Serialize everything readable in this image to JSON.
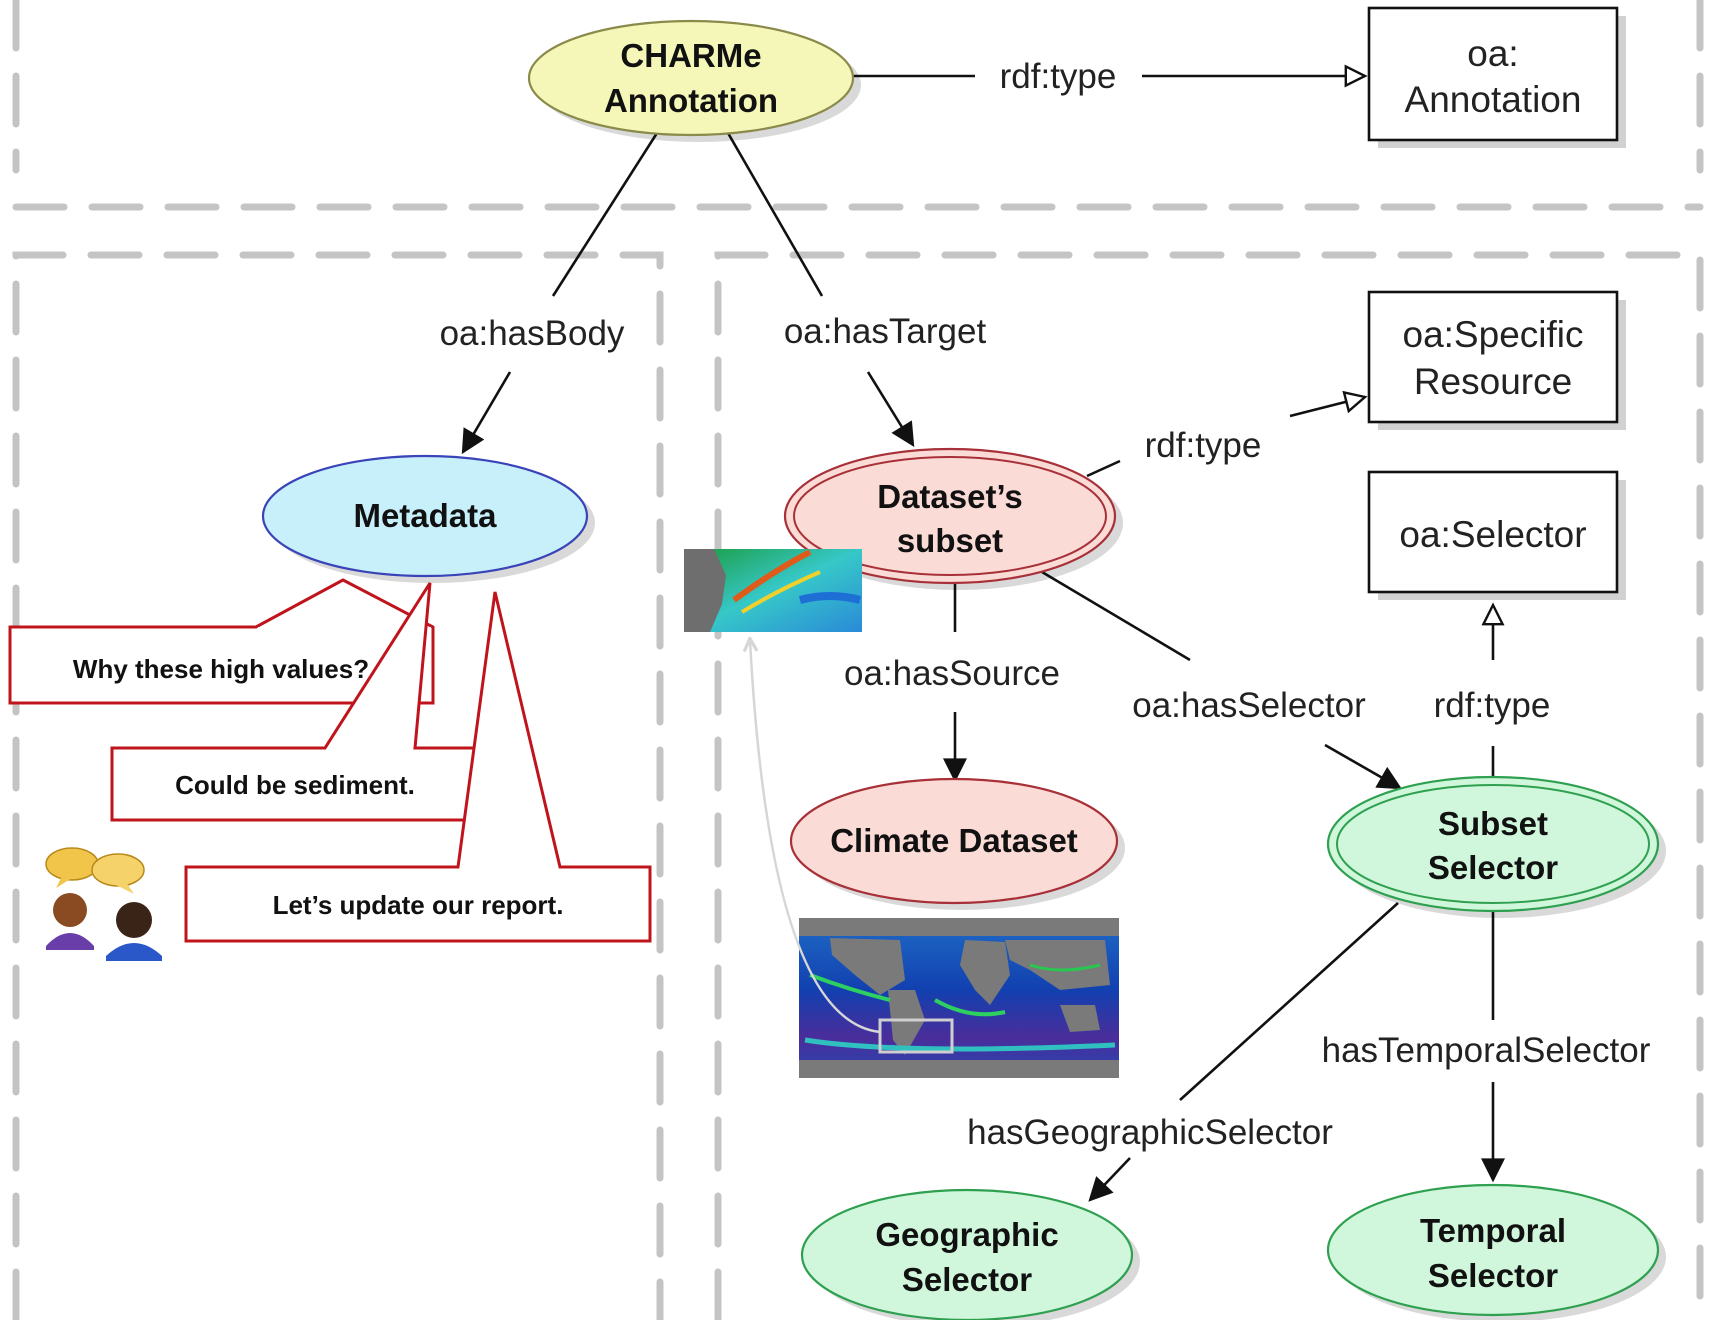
{
  "nodes": {
    "charme_annotation": [
      "CHARMe",
      "Annotation"
    ],
    "metadata": [
      "Metadata"
    ],
    "datasets_subset": [
      "Dataset’s",
      "subset"
    ],
    "climate_dataset": [
      "Climate Dataset"
    ],
    "subset_selector": [
      "Subset",
      "Selector"
    ],
    "geographic_selector": [
      "Geographic",
      "Selector"
    ],
    "temporal_selector": [
      "Temporal",
      "Selector"
    ]
  },
  "classes": {
    "oa_annotation": [
      "oa:",
      "Annotation"
    ],
    "oa_specific_resource": [
      "oa:Specific",
      "Resource"
    ],
    "oa_selector": [
      "oa:Selector"
    ]
  },
  "edges": {
    "rdf_type_top": "rdf:type",
    "rdf_type_subset": "rdf:type",
    "rdf_type_selector": "rdf:type",
    "has_body": "oa:hasBody",
    "has_target": "oa:hasTarget",
    "has_source": "oa:hasSource",
    "has_selector": "oa:hasSelector",
    "has_temporal_selector": "hasTemporalSelector",
    "has_geographic_selector": "hasGeographicSelector"
  },
  "comments": [
    "Why these high values?",
    "Could be sediment.",
    "Let’s update our report."
  ],
  "colors": {
    "annotation_fill": "#f5f7b8",
    "metadata_fill": "#c8f0fa",
    "metadata_stroke": "#3a44b8",
    "dataset_fill": "#fadbd6",
    "dataset_stroke": "#a83038",
    "selector_fill": "#d0f7dc",
    "selector_stroke": "#2fa050",
    "bubble_stroke": "#c0141c",
    "dash": "#c4c4c4"
  },
  "icons": {
    "users": "users-discussion-icon",
    "regional_map": "regional-chlorophyll-map-icon",
    "global_map": "global-chlorophyll-map-icon"
  }
}
